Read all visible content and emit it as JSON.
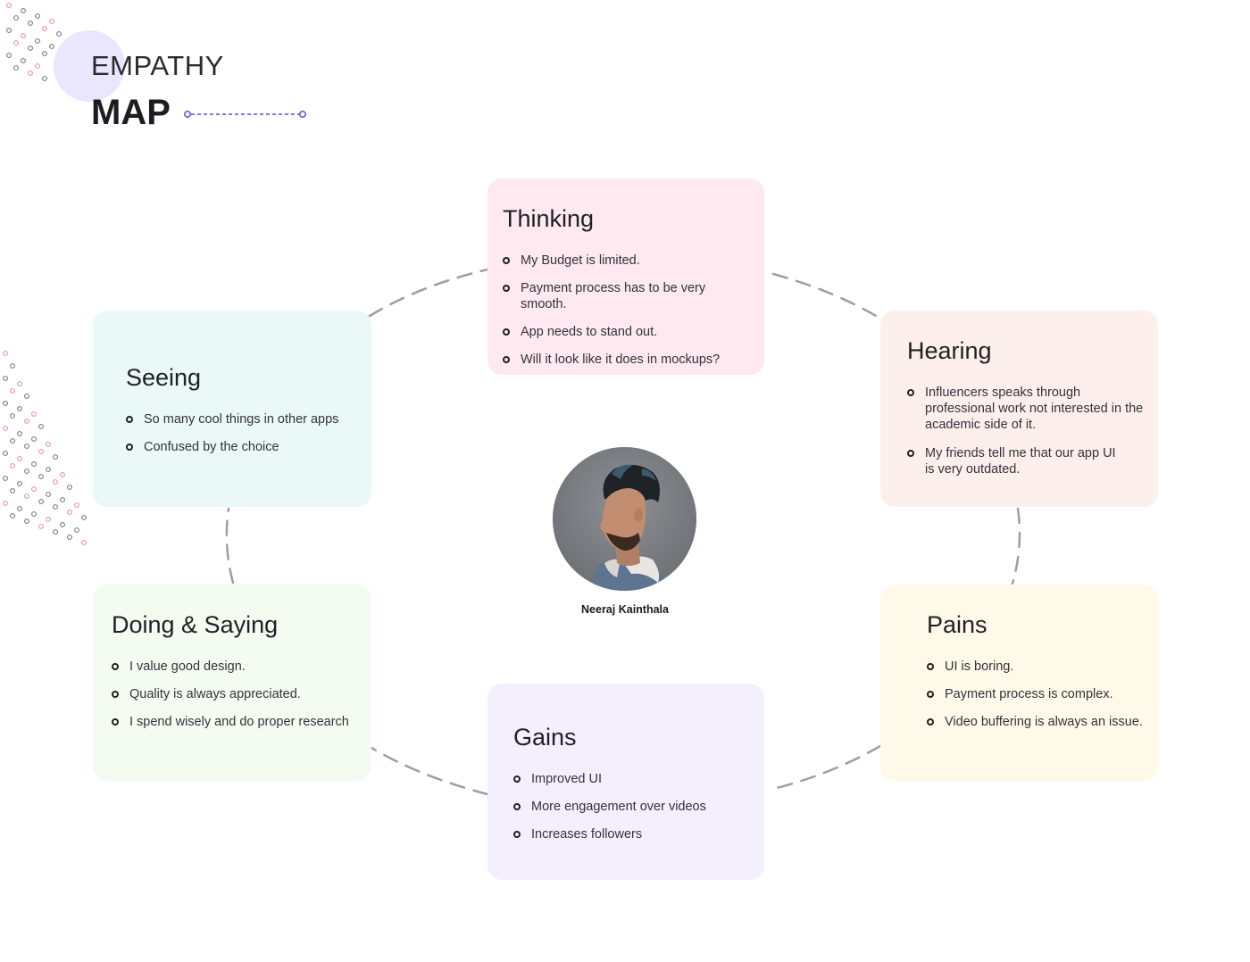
{
  "header": {
    "title_line1": "EMPATHY",
    "title_line2": "MAP"
  },
  "colors": {
    "accent": "#5b4bd6",
    "thinking": "#fde9ef",
    "hearing": "#fdf0ec",
    "seeing": "#eaf8f7",
    "doing": "#f4fcf2",
    "pains": "#fef9e8",
    "gains": "#f4effd"
  },
  "persona": {
    "name": "Neeraj Kainthala",
    "avatar_icon": "person-profile-photo"
  },
  "sections": {
    "thinking": {
      "title": "Thinking",
      "items": [
        "My Budget is limited.",
        "Payment process has to be very smooth.",
        "App needs to stand out.",
        "Will it look like it does in mockups?"
      ]
    },
    "hearing": {
      "title": "Hearing",
      "items": [
        "Influencers speaks through professional work not interested in the academic side of it.",
        "My friends tell me that our app UI is very outdated."
      ]
    },
    "seeing": {
      "title": "Seeing",
      "items": [
        "So many cool things in other apps",
        "Confused by the choice"
      ]
    },
    "doing": {
      "title": "Doing & Saying",
      "items": [
        "I value good design.",
        "Quality is always appreciated.",
        "I spend wisely and do proper research"
      ]
    },
    "pains": {
      "title": "Pains",
      "items": [
        "UI is boring.",
        "Payment process is complex.",
        "Video buffering is always an issue."
      ]
    },
    "gains": {
      "title": "Gains",
      "items": [
        "Improved UI",
        "More engagement over videos",
        "Increases followers"
      ]
    }
  }
}
